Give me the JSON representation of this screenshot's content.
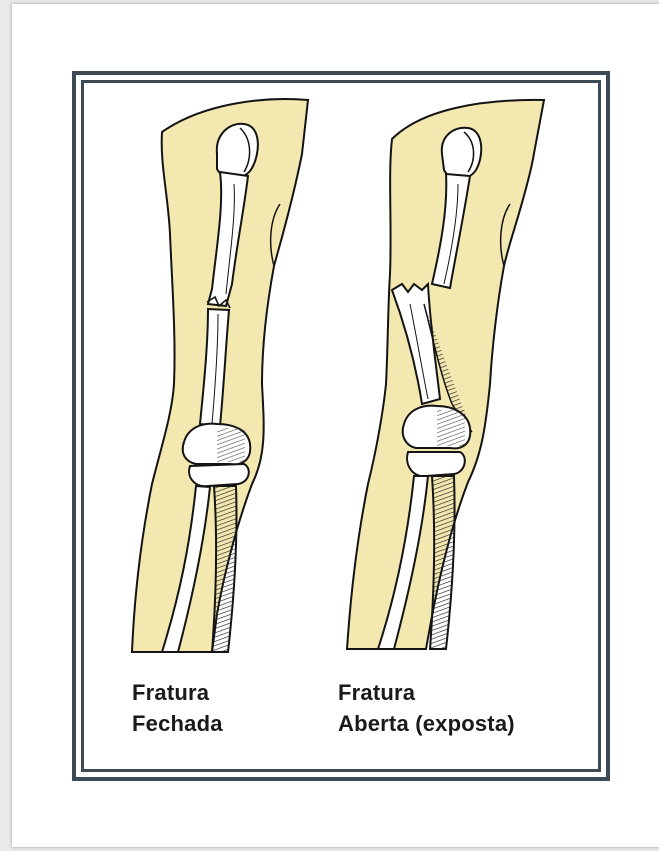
{
  "illustrations": [
    {
      "line1": "Fratura",
      "line2": "Fechada"
    },
    {
      "line1": "Fratura",
      "line2": "Aberta (exposta)"
    }
  ],
  "colors": {
    "skin": "#f3e8b0",
    "bone": "#ffffff",
    "outline": "#141414",
    "frame": "#3c4a56"
  },
  "icons": [
    "closed-fracture-arm-illustration",
    "open-fracture-arm-illustration"
  ]
}
